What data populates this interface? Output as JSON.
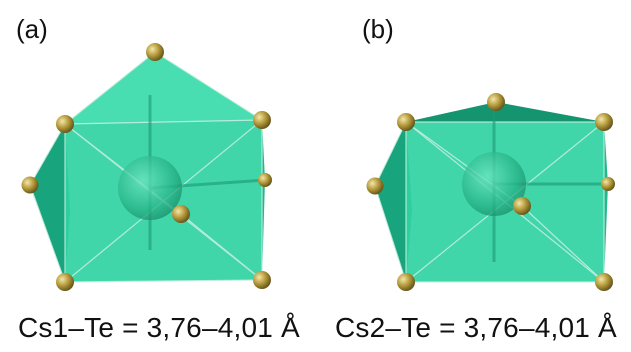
{
  "panels": [
    {
      "label": "(a)",
      "caption": "Cs1–Te = 3,76–4,01 Å"
    },
    {
      "label": "(b)",
      "caption": "Cs2–Te = 3,76–4,01 Å"
    }
  ],
  "colors": {
    "polyhedron_fill": "#2fd6a4",
    "polyhedron_dark": "#16a07a",
    "polyhedron_light": "#5fe3bd",
    "edge": "#c9efe2",
    "center_atom": "#2bbd8f",
    "te_atom": "#b59a3c"
  },
  "atoms": {
    "center": "Cs",
    "ligand": "Te"
  }
}
